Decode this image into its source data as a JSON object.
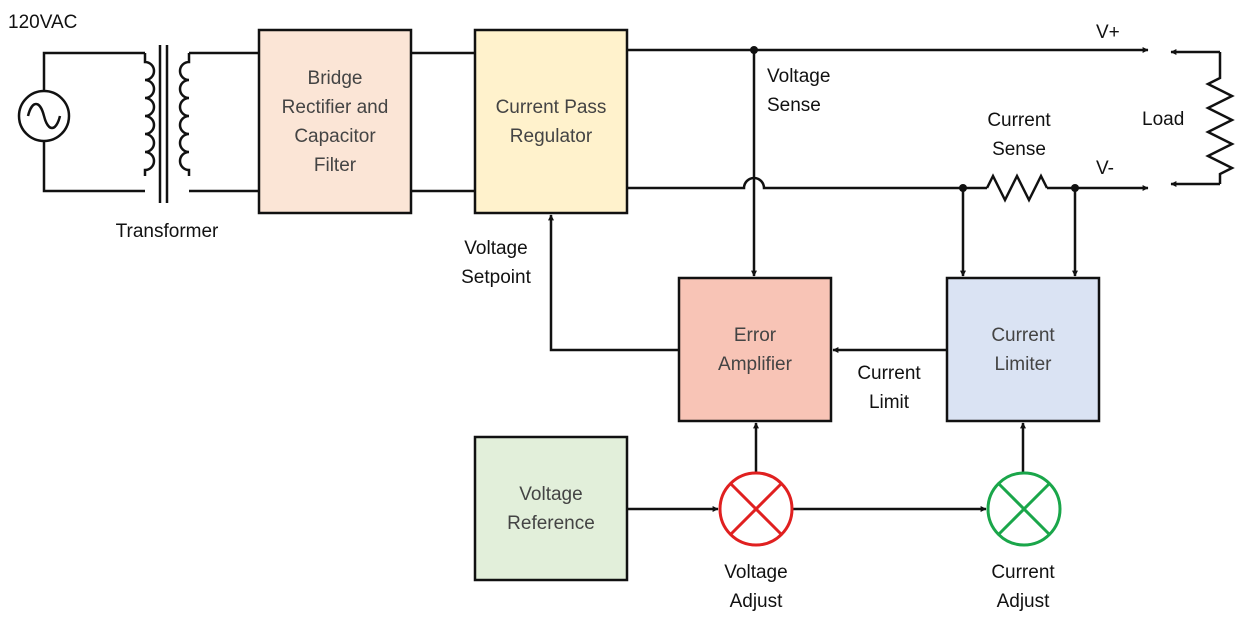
{
  "source": {
    "label": "120VAC"
  },
  "transformer": {
    "label": "Transformer"
  },
  "blocks": {
    "bridge": {
      "line1": "Bridge",
      "line2": "Rectifier and",
      "line3": "Capacitor",
      "line4": "Filter",
      "color": "#fbe5d6"
    },
    "pass": {
      "line1": "Current Pass",
      "line2": "Regulator",
      "color": "#fff2cc"
    },
    "error": {
      "line1": "Error",
      "line2": "Amplifier",
      "color": "#f8c4b6"
    },
    "limiter": {
      "line1": "Current",
      "line2": "Limiter",
      "color": "#dae3f3"
    },
    "reference": {
      "line1": "Voltage",
      "line2": "Reference",
      "color": "#e2efda"
    }
  },
  "signals": {
    "voltage_sense": {
      "line1": "Voltage",
      "line2": "Sense"
    },
    "voltage_setpoint": {
      "line1": "Voltage",
      "line2": "Setpoint"
    },
    "current_sense": {
      "line1": "Current",
      "line2": "Sense"
    },
    "current_limit": {
      "line1": "Current",
      "line2": "Limit"
    }
  },
  "adjusters": {
    "voltage": {
      "line1": "Voltage",
      "line2": "Adjust",
      "color": "#e02020"
    },
    "current": {
      "line1": "Current",
      "line2": "Adjust",
      "color": "#1aa64a"
    }
  },
  "outputs": {
    "positive": "V+",
    "negative": "V-",
    "load": "Load"
  }
}
